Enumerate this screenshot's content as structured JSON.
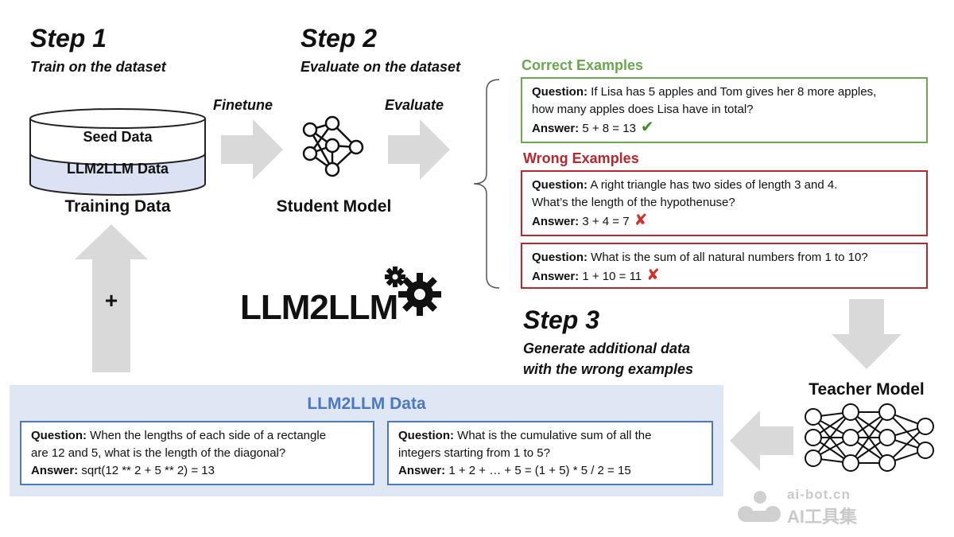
{
  "step1": {
    "title": "Step 1",
    "subtitle": "Train on the dataset"
  },
  "step2": {
    "title": "Step 2",
    "subtitle": "Evaluate on the dataset"
  },
  "step3": {
    "title": "Step 3",
    "subtitle_line1": "Generate additional data",
    "subtitle_line2": "with the wrong examples"
  },
  "arrows": {
    "finetune": "Finetune",
    "evaluate": "Evaluate",
    "plus": "+"
  },
  "training": {
    "seed": "Seed Data",
    "llm2llm": "LLM2LLM Data",
    "label": "Training Data"
  },
  "student": {
    "label": "Student Model"
  },
  "teacher": {
    "label": "Teacher Model"
  },
  "logo": {
    "text": "LLM2LLM"
  },
  "correct": {
    "title": "Correct Examples",
    "examples": [
      {
        "q_label": "Question:",
        "q_line1": "If Lisa has 5 apples and Tom gives her 8 more apples,",
        "q_line2": "how many apples does Lisa have in total?",
        "a_label": "Answer:",
        "answer": "5 + 8 = 13"
      }
    ]
  },
  "wrong": {
    "title": "Wrong Examples",
    "examples": [
      {
        "q_label": "Question:",
        "q_line1": "A right triangle has two sides of length 3 and 4.",
        "q_line2": "What’s the length of the hypothenuse?",
        "a_label": "Answer:",
        "answer": "3 + 4 = 7"
      },
      {
        "q_label": "Question:",
        "q_line1": "What is the sum of all natural numbers from 1 to 10?",
        "a_label": "Answer:",
        "answer": "1 + 10 = 11"
      }
    ]
  },
  "generated": {
    "title": "LLM2LLM Data",
    "examples": [
      {
        "q_label": "Question:",
        "q_line1": "When the lengths of each side of a rectangle",
        "q_line2": "are 12 and 5, what is the length of the diagonal?",
        "a_label": "Answer:",
        "answer": "sqrt(12 ** 2 + 5 ** 2) = 13"
      },
      {
        "q_label": "Question:",
        "q_line1": "What is the cumulative sum of all the",
        "q_line2": "integers starting from 1 to 5?",
        "a_label": "Answer:",
        "answer": "1 + 2 + … + 5 = (1 + 5) * 5 / 2 = 15"
      }
    ]
  },
  "watermark": {
    "line1": "ai-bot.cn",
    "line2": "AI工具集"
  },
  "icons": {
    "check": "check-mark-icon",
    "cross": "cross-mark-icon",
    "gear": "gear-icon",
    "network": "neural-network-icon"
  },
  "colors": {
    "correct": "#6aa84f",
    "wrong": "#b7272d",
    "generated": "#4a78c2",
    "generated_bg": "#dfe7f5",
    "arrow": "#d9d9d9"
  }
}
